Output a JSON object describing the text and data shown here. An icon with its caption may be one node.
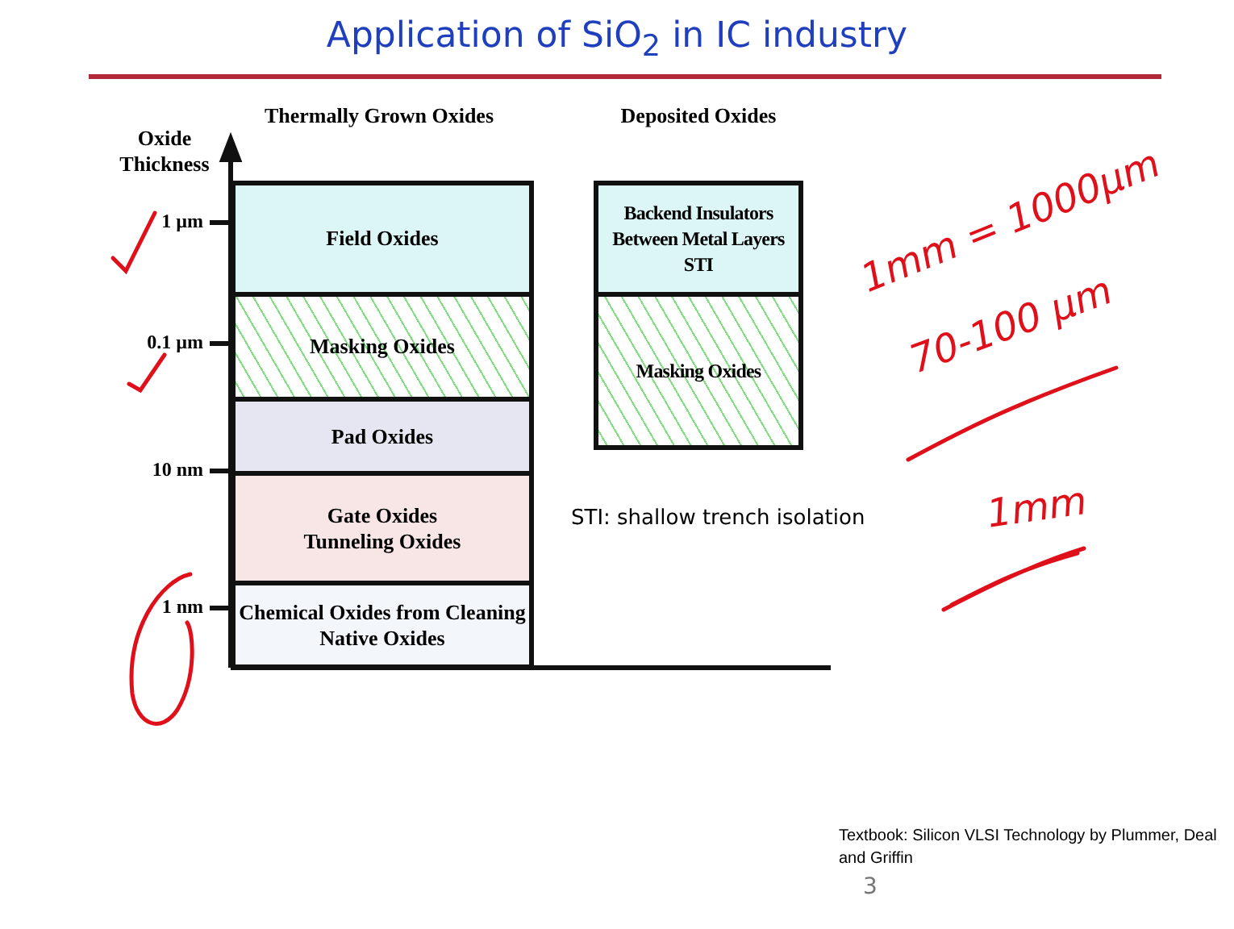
{
  "diagram": {
    "title": "Application of SiO$_{2}$ in IC industry",
    "nodes": [
      {
        "text": [
          "Field Oxides"
        ]
      },
      {
        "text": [
          "Masking Oxides"
        ]
      },
      {
        "text": [
          "Pad Oxides"
        ]
      },
      {
        "text": [
          "Gate Oxides",
          "Tunneling Oxides"
        ]
      },
      {
        "text": [
          "Chemical Oxides from Cleaning",
          "Native Oxides"
        ]
      },
      {
        "text": [
          "Backend Insulators Between Metal Layers",
          "STI"
        ]
      },
      {
        "text": [
          "Masking Oxides"
        ]
      }
    ],
    "labels": [
      "Thermally Grown Oxides",
      "Deposited Oxides",
      "Oxide Thickness",
      "1 µm",
      "0.1 µm",
      "10 nm",
      "STI: shallow trench isolation",
      "1 nm",
      "1mm = 1000µm",
      "70-100 µm",
      "1mm",
      "Textbook: Silicon VLSI Technology by Plummer, Deal and Griffin",
      "3"
    ]
  }
}
